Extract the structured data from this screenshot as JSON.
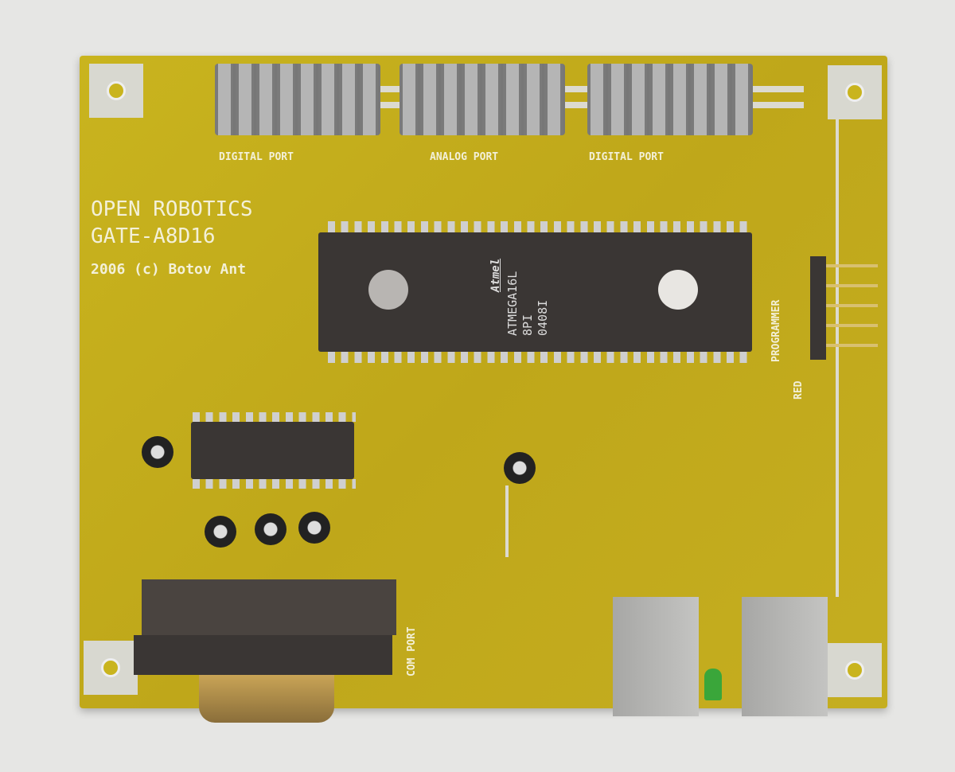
{
  "board": {
    "title_line1": "OPEN ROBOTICS",
    "title_line2": "GATE-A8D16",
    "copyright": "2006 (c) Botov Ant",
    "labels": {
      "digital_port_left": "DIGITAL PORT",
      "analog_port": "ANALOG PORT",
      "digital_port_right": "DIGITAL PORT",
      "programmer": "PROGRAMMER",
      "red": "RED",
      "com_port": "COM PORT"
    },
    "mcu": {
      "logo": "Atmel",
      "part": "ATMEGA16L",
      "line2": "8PI",
      "line3": "0408I"
    }
  }
}
